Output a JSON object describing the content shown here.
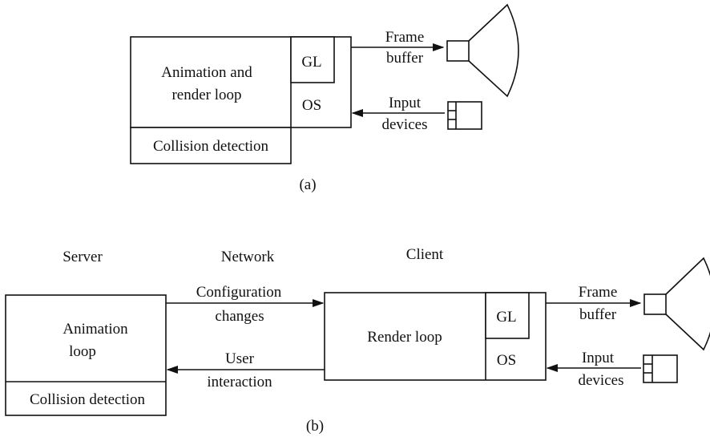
{
  "diagram_a": {
    "app_box": {
      "title_line1": "Animation and",
      "title_line2": "render loop",
      "collision": "Collision detection",
      "gl": "GL",
      "os": "OS"
    },
    "frame_buffer": {
      "line1": "Frame",
      "line2": "buffer"
    },
    "input_devices": {
      "line1": "Input",
      "line2": "devices"
    },
    "caption": "(a)"
  },
  "diagram_b": {
    "headers": {
      "server": "Server",
      "network": "Network",
      "client": "Client"
    },
    "server_box": {
      "title_line1": "Animation",
      "title_line2": "loop",
      "collision": "Collision detection"
    },
    "config_changes": {
      "line1": "Configuration",
      "line2": "changes"
    },
    "user_interaction": {
      "line1": "User",
      "line2": "interaction"
    },
    "client_box": {
      "title": "Render loop",
      "gl": "GL",
      "os": "OS"
    },
    "frame_buffer": {
      "line1": "Frame",
      "line2": "buffer"
    },
    "input_devices": {
      "line1": "Input",
      "line2": "devices"
    },
    "caption": "(b)"
  }
}
